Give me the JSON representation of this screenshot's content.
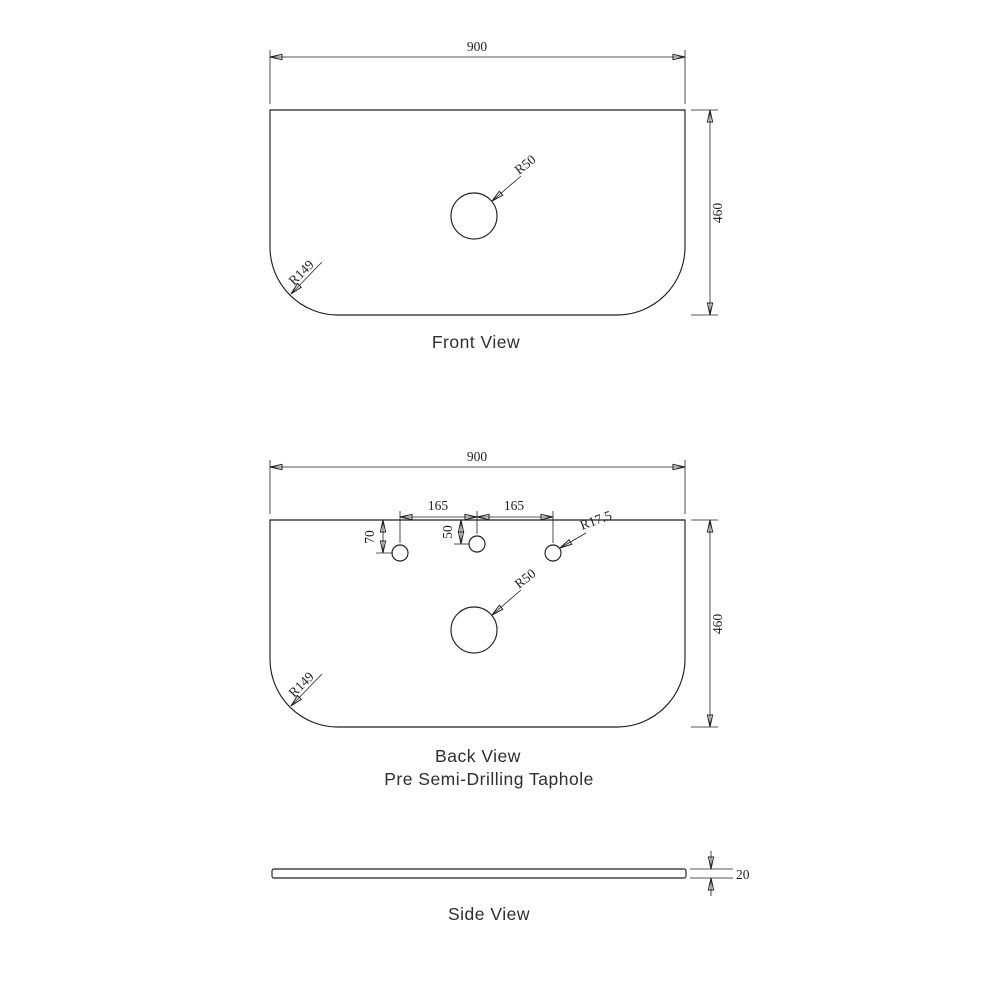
{
  "page": {
    "ink_color": "#1f1f1f",
    "background_color": "#ffffff"
  },
  "front": {
    "title": "Front View",
    "width": "900",
    "height": "460",
    "hole_radius": "R50",
    "corner_radius": "R149"
  },
  "back": {
    "title": "Back View",
    "subtitle": "Pre Semi-Drilling Taphole",
    "width": "900",
    "height": "460",
    "tap_spacing_left": "165",
    "tap_spacing_right": "165",
    "tap_offset_left": "70",
    "tap_offset_mid": "50",
    "tap_radius": "R17.5",
    "hole_radius": "R50",
    "corner_radius": "R149"
  },
  "side": {
    "title": "Side View",
    "thickness": "20"
  }
}
